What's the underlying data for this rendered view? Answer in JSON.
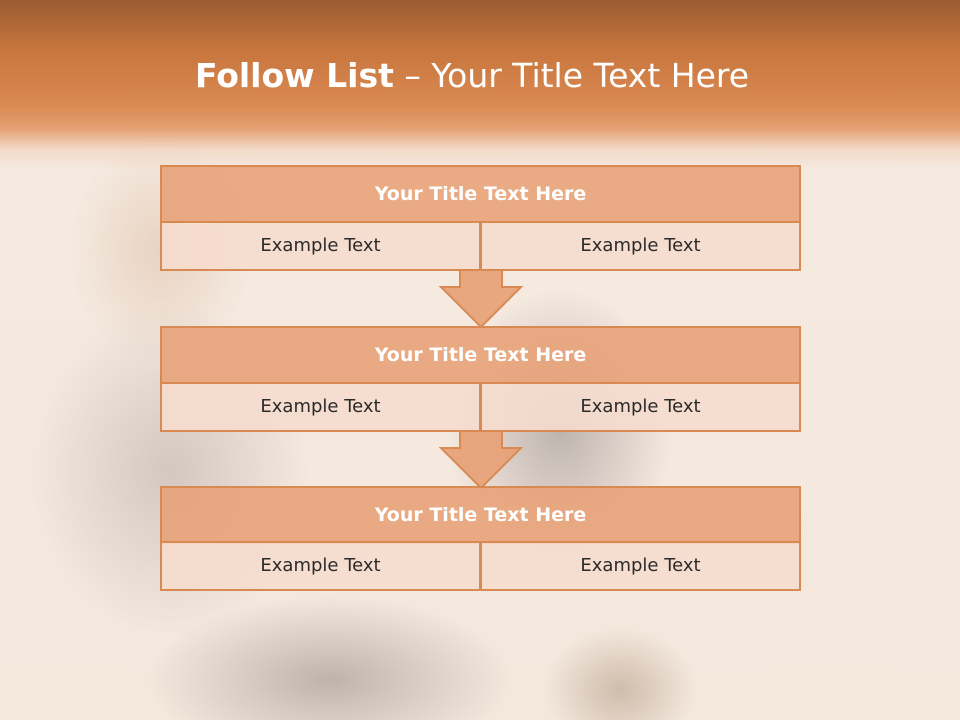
{
  "slide": {
    "title_bold": "Follow List",
    "title_rest": " – Your Title Text Here"
  },
  "blocks": [
    {
      "header": "Your Title Text Here",
      "left": "Example Text",
      "right": "Example Text"
    },
    {
      "header": "Your Title Text Here",
      "left": "Example Text",
      "right": "Example Text"
    },
    {
      "header": "Your Title Text Here",
      "left": "Example Text",
      "right": "Example Text"
    }
  ],
  "colors": {
    "accent": "#d98a52",
    "header_fill": "#e7a176",
    "cell_fill": "#f5dccd"
  },
  "icons": [
    "down-arrow-icon",
    "down-arrow-icon"
  ]
}
